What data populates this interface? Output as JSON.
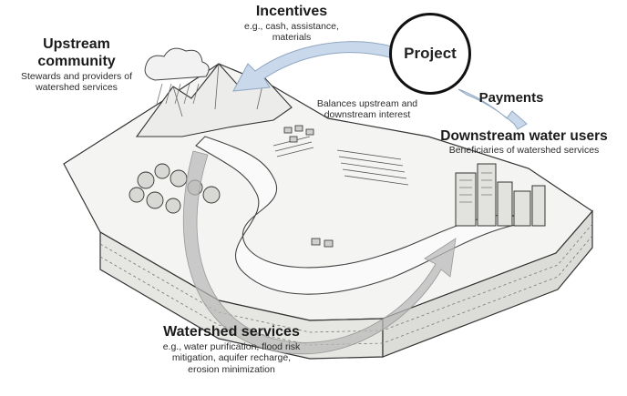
{
  "project": {
    "label": "Project"
  },
  "incentives": {
    "title": "Incentives",
    "line1": "e.g., cash, assistance,",
    "line2": "materials"
  },
  "upstream": {
    "title_line1": "Upstream",
    "title_line2": "community",
    "line1": "Stewards and providers of",
    "line2": "watershed services"
  },
  "balance": {
    "line1": "Balances upstream and",
    "line2": "downstream interest"
  },
  "payments": {
    "title": "Payments"
  },
  "downstream": {
    "title": "Downstream water users",
    "line1": "Beneficiaries of watershed services"
  },
  "services": {
    "title": "Watershed services",
    "line1": "e.g., water purification, flood risk",
    "line2": "mitigation, aquifer recharge,",
    "line3": "erosion minimization"
  },
  "colors": {
    "arrow_fill": "#c9d8ea",
    "arrow_stroke": "#8fa7c2",
    "gray_arrow": "#b9b9b9",
    "ink": "#2a2a2a"
  }
}
